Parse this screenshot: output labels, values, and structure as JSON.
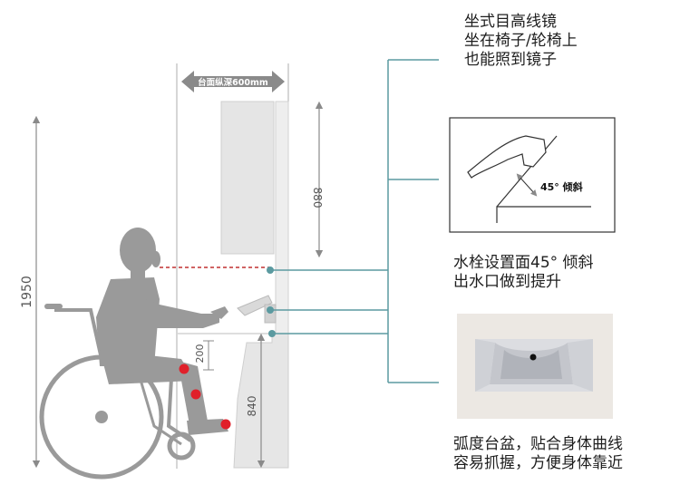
{
  "depth_label": "台面纵深600mm",
  "dimensions": {
    "total_height": "1950",
    "mirror_height": "880",
    "knee_clearance": "200",
    "counter_height": "840"
  },
  "captions": {
    "mirror": [
      "坐式目高线镜",
      "坐在椅子/轮椅上",
      "也能照到镜子"
    ],
    "faucet": [
      "水栓设置面45°  倾斜",
      "出水口做到提升"
    ],
    "basin": [
      "弧度台盆，贴合身体曲线",
      "容易抓握，方便身体靠近"
    ]
  },
  "faucet_detail_label": "45°  倾斜",
  "colors": {
    "accent_teal": "#5b9aa0",
    "figure_gray": "#9a9a9a",
    "marker_red": "#e0202a",
    "eye_line_red": "#c03030",
    "cabinet_fill": "#e6e6e6",
    "wall_line": "#bdbdbd",
    "dimension_gray": "#8a8a8a"
  }
}
